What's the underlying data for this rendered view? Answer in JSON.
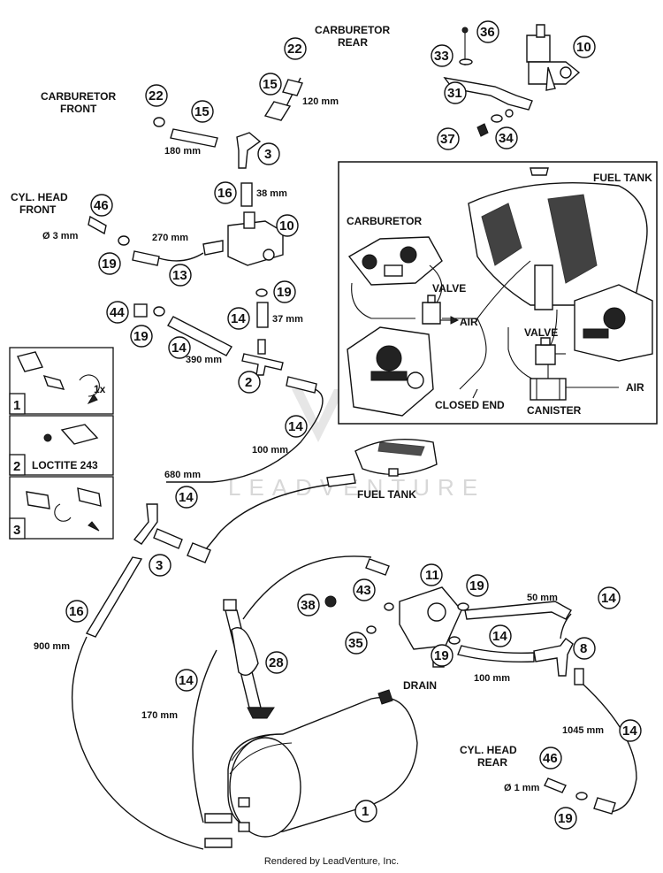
{
  "labels": {
    "carb_rear": [
      "CARBURETOR",
      "REAR"
    ],
    "carb_front": [
      "CARBURETOR",
      "FRONT"
    ],
    "cyl_head_front": [
      "CYL. HEAD",
      "FRONT"
    ],
    "cyl_head_rear": [
      "CYL. HEAD",
      "REAR"
    ],
    "fuel_tank_inset": "FUEL TANK",
    "fuel_tank_main": "FUEL TANK",
    "carburetor_inset": "CARBURETOR",
    "valve_1": "VALVE",
    "valve_2": "VALVE",
    "air_1": "AIR",
    "air_2": "AIR",
    "closed_end": "CLOSED END",
    "canister": "CANISTER",
    "drain": "DRAIN",
    "loctite": "LOCTITE 243",
    "torque": "1x"
  },
  "dimensions": {
    "d120": "120 mm",
    "d180": "180 mm",
    "d38": "38 mm",
    "dia3": "Ø 3 mm",
    "d270": "270 mm",
    "d37": "37 mm",
    "d390": "390 mm",
    "d100a": "100 mm",
    "d680": "680 mm",
    "d50": "50 mm",
    "d100b": "100 mm",
    "d900": "900 mm",
    "d170": "170 mm",
    "d1045": "1045 mm",
    "dia1": "Ø 1 mm"
  },
  "callouts": {
    "c22a": "22",
    "c22b": "22",
    "c15a": "15",
    "c15b": "15",
    "c3a": "3",
    "c16a": "16",
    "c10a": "10",
    "c46a": "46",
    "c19a": "19",
    "c13": "13",
    "c19b": "19",
    "c14a": "14",
    "c44": "44",
    "c19c": "19",
    "c14b": "14",
    "c2": "2",
    "c14c": "14",
    "c14d": "14",
    "c3b": "3",
    "c16b": "16",
    "c14e": "14",
    "c28": "28",
    "c38": "38",
    "c43": "43",
    "c11": "11",
    "c19d": "19",
    "c14f": "14",
    "c35": "35",
    "c19e": "19",
    "c14g": "14",
    "c8": "8",
    "c14h": "14",
    "c46b": "46",
    "c19f": "19",
    "c1": "1",
    "c36": "36",
    "c10b": "10",
    "c33": "33",
    "c31": "31",
    "c37": "37",
    "c34": "34"
  },
  "steps": [
    "1",
    "2",
    "3"
  ],
  "watermark": "LEADVENTURE",
  "footer": "Rendered by LeadVenture, Inc."
}
